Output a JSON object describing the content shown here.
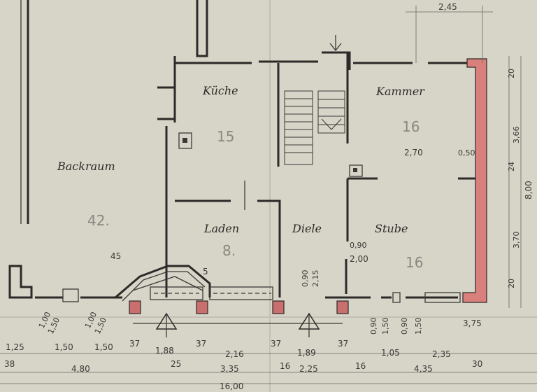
{
  "rooms": {
    "backraum": "Backraum",
    "kueche": "Küche",
    "kammer": "Kammer",
    "laden": "Laden",
    "diele": "Diele",
    "stube": "Stube"
  },
  "areas": {
    "backraum": "42.",
    "kueche": "15",
    "kammer": "16",
    "laden": "8.",
    "stube": "16",
    "misc": "45"
  },
  "top_dims": {
    "width_top": "2,45"
  },
  "interior_dims": {
    "d1": "2,70",
    "d2": "0,50",
    "d3": "0,90",
    "d4": "2,00",
    "d5": "0,90",
    "d6": "2,15"
  },
  "right_dims": {
    "r1": "20",
    "r2": "3,66",
    "r3": "24",
    "r4": "3,70",
    "r5": "20",
    "r6": "8,00"
  },
  "opening_dims": {
    "o1": "1,00",
    "o2": "1,50",
    "o3": "1,00",
    "o4": "1,50",
    "o5": "0,90",
    "o6": "1,50",
    "o7": "0,90",
    "o8": "1,50",
    "o9": "3,75",
    "o10": "5"
  },
  "bottom_dims": {
    "row1": [
      "1,25",
      "1,50",
      "1,50",
      "37",
      "1,88",
      "37",
      "2,16",
      "37",
      "1,89",
      "37",
      "1,05",
      "2,35"
    ],
    "row2": [
      "38",
      "4,80",
      "25",
      "3,35",
      "16",
      "2,25",
      "16",
      "4,35",
      "30"
    ],
    "total": "16,00"
  }
}
